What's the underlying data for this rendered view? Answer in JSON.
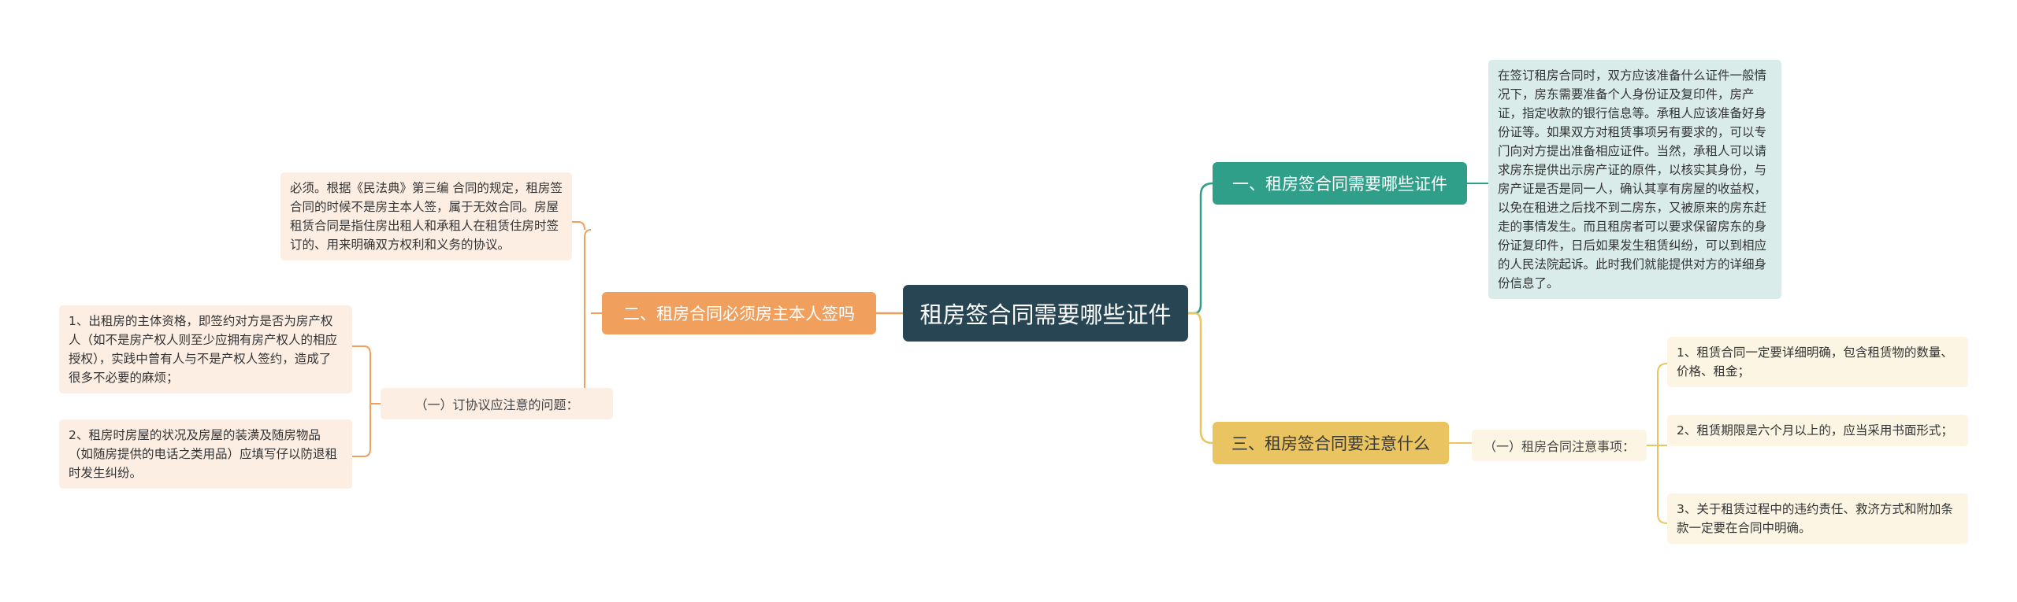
{
  "root": {
    "title": "租房签合同需要哪些证件"
  },
  "branches": [
    {
      "title": "一、租房签合同需要哪些证件",
      "color": "#2f9f8a",
      "leaf": "在签订租房合同时，双方应该准备什么证件一般情况下，房东需要准备个人身份证及复印件，房产证，指定收款的银行信息等。承租人应该准备好身份证等。如果双方对租赁事项另有要求的，可以专门向对方提出准备相应证件。当然，承租人可以请求房东提供出示房产证的原件，以核实其身份，与房产证是否是同一人，确认其享有房屋的收益权，以免在租进之后找不到二房东，又被原来的房东赶走的事情发生。而且租房者可以要求保留房东的身份证复印件，日后如果发生租赁纠纷，可以到相应的人民法院起诉。此时我们就能提供对方的详细身份信息了。"
    },
    {
      "title": "二、租房合同必须房主本人签吗",
      "color": "#f09f5d",
      "leaf": "必须。根据《民法典》第三编 合同的规定，租房签合同的时候不是房主本人签，属于无效合同。房屋租赁合同是指住房出租人和承租人在租赁住房时签订的、用来明确双方权利和义务的协议。",
      "sub": {
        "title": "（一）订协议应注意的问题：",
        "leaves": [
          "1、出租房的主体资格，即签约对方是否为房产权人（如不是房产权人则至少应拥有房产权人的相应授权），实践中曾有人与不是产权人签约，造成了很多不必要的麻烦；",
          "2、租房时房屋的状况及房屋的装潢及随房物品（如随房提供的电话之类用品）应填写仔以防退租时发生纠纷。"
        ]
      }
    },
    {
      "title": "三、租房签合同要注意什么",
      "color": "#eac461",
      "sub": {
        "title": "（一）租房合同注意事项：",
        "leaves": [
          "1、租赁合同一定要详细明确，包含租赁物的数量、价格、租金；",
          "2、租赁期限是六个月以上的，应当采用书面形式；",
          "3、关于租赁过程中的违约责任、救济方式和附加条款一定要在合同中明确。"
        ]
      }
    }
  ]
}
